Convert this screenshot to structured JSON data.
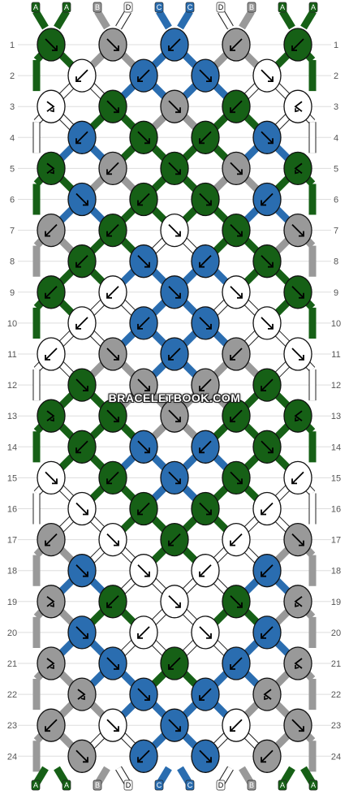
{
  "watermark": "BRACELETBOOK.COM",
  "colors": {
    "A": "#166016",
    "B": "#999999",
    "C": "#2a6db0",
    "D": "#ffffff"
  },
  "strings": [
    "A",
    "A",
    "B",
    "D",
    "C",
    "C",
    "D",
    "B",
    "A",
    "A"
  ],
  "row_numbers": [
    "1",
    "2",
    "3",
    "4",
    "5",
    "6",
    "7",
    "8",
    "9",
    "10",
    "11",
    "12",
    "13",
    "14",
    "15",
    "16",
    "17",
    "18",
    "19",
    "20",
    "21",
    "22",
    "23",
    "24"
  ],
  "knots": [
    [
      {
        "c": "A",
        "d": "dr"
      },
      {
        "c": "B",
        "d": "dr"
      },
      {
        "c": "C",
        "d": "dl"
      },
      {
        "c": "B",
        "d": "dl"
      },
      {
        "c": "A",
        "d": "dl"
      }
    ],
    [
      {
        "c": "D",
        "d": "dl"
      },
      {
        "c": "C",
        "d": "dl"
      },
      {
        "c": "C",
        "d": "dr"
      },
      {
        "c": "D",
        "d": "dr"
      }
    ],
    [
      {
        "c": "D",
        "d": "rl"
      },
      {
        "c": "A",
        "d": "dr"
      },
      {
        "c": "B",
        "d": "dr"
      },
      {
        "c": "A",
        "d": "dl"
      },
      {
        "c": "D",
        "d": "lr"
      }
    ],
    [
      {
        "c": "C",
        "d": "dl"
      },
      {
        "c": "A",
        "d": "dr"
      },
      {
        "c": "A",
        "d": "dl"
      },
      {
        "c": "C",
        "d": "dr"
      }
    ],
    [
      {
        "c": "A",
        "d": "rl"
      },
      {
        "c": "B",
        "d": "dl"
      },
      {
        "c": "A",
        "d": "dr"
      },
      {
        "c": "B",
        "d": "dr"
      },
      {
        "c": "A",
        "d": "lr"
      }
    ],
    [
      {
        "c": "C",
        "d": "dr"
      },
      {
        "c": "A",
        "d": "dl"
      },
      {
        "c": "A",
        "d": "dr"
      },
      {
        "c": "C",
        "d": "dl"
      }
    ],
    [
      {
        "c": "B",
        "d": "dl"
      },
      {
        "c": "A",
        "d": "dl"
      },
      {
        "c": "D",
        "d": "dr"
      },
      {
        "c": "A",
        "d": "dr"
      },
      {
        "c": "B",
        "d": "dr"
      }
    ],
    [
      {
        "c": "A",
        "d": "dl"
      },
      {
        "c": "C",
        "d": "dr"
      },
      {
        "c": "C",
        "d": "dl"
      },
      {
        "c": "A",
        "d": "dr"
      }
    ],
    [
      {
        "c": "A",
        "d": "dl"
      },
      {
        "c": "D",
        "d": "dl"
      },
      {
        "c": "C",
        "d": "dr"
      },
      {
        "c": "D",
        "d": "dr"
      },
      {
        "c": "A",
        "d": "dr"
      }
    ],
    [
      {
        "c": "D",
        "d": "dl"
      },
      {
        "c": "C",
        "d": "dl"
      },
      {
        "c": "C",
        "d": "dr"
      },
      {
        "c": "D",
        "d": "dr"
      }
    ],
    [
      {
        "c": "D",
        "d": "dl"
      },
      {
        "c": "B",
        "d": "dr"
      },
      {
        "c": "C",
        "d": "dl"
      },
      {
        "c": "B",
        "d": "dl"
      },
      {
        "c": "D",
        "d": "dr"
      }
    ],
    [
      {
        "c": "A",
        "d": "dr"
      },
      {
        "c": "B",
        "d": "dr"
      },
      {
        "c": "B",
        "d": "dl"
      },
      {
        "c": "A",
        "d": "dl"
      }
    ],
    [
      {
        "c": "A",
        "d": "rl"
      },
      {
        "c": "A",
        "d": "dr"
      },
      {
        "c": "B",
        "d": "dr"
      },
      {
        "c": "A",
        "d": "dl"
      },
      {
        "c": "A",
        "d": "lr"
      }
    ],
    [
      {
        "c": "A",
        "d": "dl"
      },
      {
        "c": "C",
        "d": "dr"
      },
      {
        "c": "C",
        "d": "dl"
      },
      {
        "c": "A",
        "d": "dr"
      }
    ],
    [
      {
        "c": "D",
        "d": "dr"
      },
      {
        "c": "A",
        "d": "dl"
      },
      {
        "c": "C",
        "d": "dr"
      },
      {
        "c": "A",
        "d": "dr"
      },
      {
        "c": "D",
        "d": "dl"
      }
    ],
    [
      {
        "c": "D",
        "d": "dr"
      },
      {
        "c": "A",
        "d": "dl"
      },
      {
        "c": "A",
        "d": "dr"
      },
      {
        "c": "D",
        "d": "dl"
      }
    ],
    [
      {
        "c": "B",
        "d": "dl"
      },
      {
        "c": "D",
        "d": "dr"
      },
      {
        "c": "A",
        "d": "dl"
      },
      {
        "c": "D",
        "d": "dl"
      },
      {
        "c": "B",
        "d": "dr"
      }
    ],
    [
      {
        "c": "C",
        "d": "dr"
      },
      {
        "c": "D",
        "d": "dr"
      },
      {
        "c": "D",
        "d": "dl"
      },
      {
        "c": "C",
        "d": "dl"
      }
    ],
    [
      {
        "c": "B",
        "d": "rl"
      },
      {
        "c": "A",
        "d": "dl"
      },
      {
        "c": "D",
        "d": "dr"
      },
      {
        "c": "A",
        "d": "dr"
      },
      {
        "c": "B",
        "d": "lr"
      }
    ],
    [
      {
        "c": "C",
        "d": "dr"
      },
      {
        "c": "D",
        "d": "dl"
      },
      {
        "c": "D",
        "d": "dr"
      },
      {
        "c": "C",
        "d": "dl"
      }
    ],
    [
      {
        "c": "B",
        "d": "rl"
      },
      {
        "c": "C",
        "d": "dr"
      },
      {
        "c": "A",
        "d": "dl"
      },
      {
        "c": "C",
        "d": "dl"
      },
      {
        "c": "B",
        "d": "lr"
      }
    ],
    [
      {
        "c": "B",
        "d": "rl"
      },
      {
        "c": "C",
        "d": "dr"
      },
      {
        "c": "C",
        "d": "dl"
      },
      {
        "c": "B",
        "d": "lr"
      }
    ],
    [
      {
        "c": "B",
        "d": "dl"
      },
      {
        "c": "D",
        "d": "dr"
      },
      {
        "c": "C",
        "d": "dr"
      },
      {
        "c": "D",
        "d": "dl"
      },
      {
        "c": "B",
        "d": "dr"
      }
    ],
    [
      {
        "c": "B",
        "d": "dr"
      },
      {
        "c": "C",
        "d": "dl"
      },
      {
        "c": "C",
        "d": "dr"
      },
      {
        "c": "B",
        "d": "dl"
      }
    ]
  ]
}
